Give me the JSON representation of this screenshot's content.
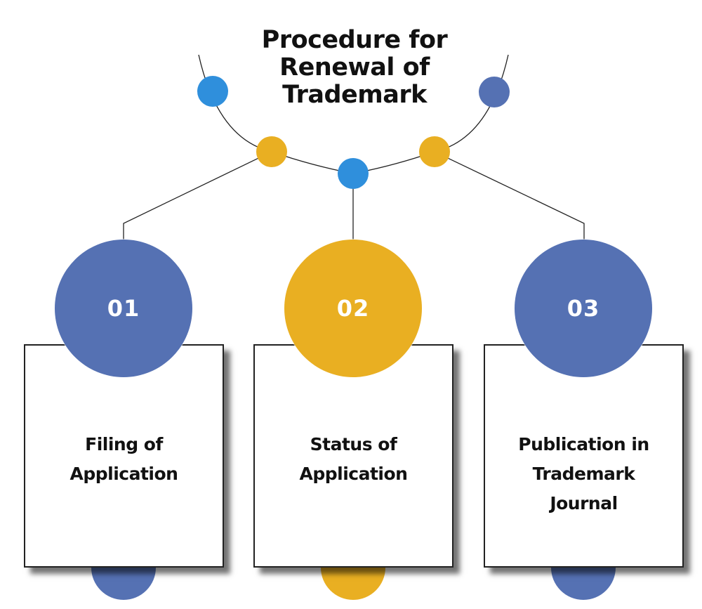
{
  "title": "Procedure for Renewal of Trademark",
  "colors": {
    "blue": "#5571b3",
    "gold": "#e9af22",
    "light_blue": "#2f8fdc",
    "line": "#222222"
  },
  "steps": [
    {
      "number": "01",
      "label": "Filing of Application",
      "color": "#5571b3"
    },
    {
      "number": "02",
      "label": "Status of Application",
      "color": "#e9af22"
    },
    {
      "number": "03",
      "label": "Publication in Trademark Journal",
      "color": "#5571b3"
    }
  ]
}
